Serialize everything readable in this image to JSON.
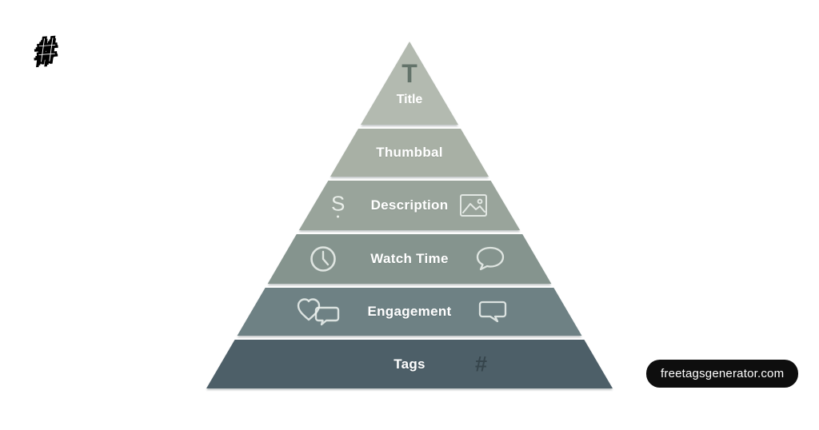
{
  "logo": {
    "symbol": "#"
  },
  "pyramid": {
    "levels": [
      {
        "label": "Title",
        "glyph": "T",
        "color": "#b3bab0",
        "icons": [
          "letter-t-icon"
        ]
      },
      {
        "label": "Thumbbal",
        "color": "#a8b0a5",
        "icons": []
      },
      {
        "label": "Description",
        "glyph": "S",
        "color": "#99a49b",
        "icons": [
          "dollar-sign-icon",
          "image-icon"
        ]
      },
      {
        "label": "Watch Time",
        "color": "#85948e",
        "icons": [
          "clock-icon",
          "speech-bubble-icon"
        ]
      },
      {
        "label": "Engagement",
        "color": "#6e8184",
        "icons": [
          "heart-chat-icon",
          "chat-bubble-icon"
        ]
      },
      {
        "label": "Tags",
        "glyph": "#",
        "color": "#4d5f68",
        "icons": [
          "hashtag-icon"
        ]
      }
    ]
  },
  "badge": {
    "text": "freetagsgenerator.com"
  }
}
